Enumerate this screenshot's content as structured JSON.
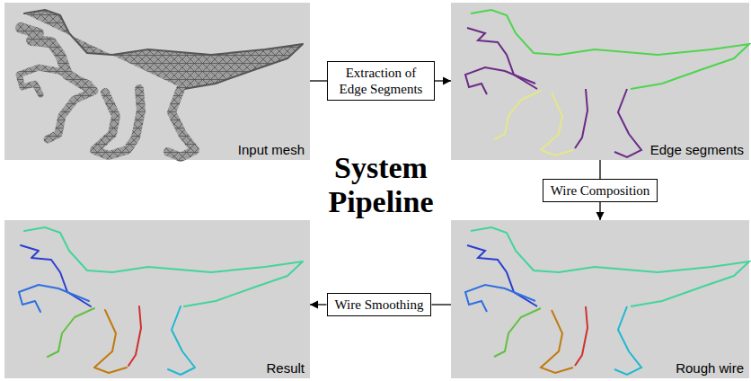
{
  "diagram": {
    "title": "System Pipeline",
    "nodes": [
      {
        "text": [
          "Input mesh"
        ]
      },
      {
        "text": [
          "Extraction of Edge Segments"
        ]
      },
      {
        "text": [
          "Edge segments"
        ]
      },
      {
        "text": [
          "Wire Composition"
        ]
      },
      {
        "text": [
          "Rough wire"
        ]
      },
      {
        "text": [
          "Wire Smoothing"
        ]
      },
      {
        "text": [
          "Result"
        ]
      }
    ],
    "edges": [
      {
        "from": 0,
        "to": 1,
        "arrow": "none"
      },
      {
        "from": 1,
        "to": 2,
        "arrow": "to"
      },
      {
        "from": 2,
        "to": 3,
        "arrow": "none"
      },
      {
        "from": 3,
        "to": 4,
        "arrow": "to"
      },
      {
        "from": 4,
        "to": 5,
        "arrow": "none"
      },
      {
        "from": 5,
        "to": 6,
        "arrow": "to"
      }
    ]
  }
}
